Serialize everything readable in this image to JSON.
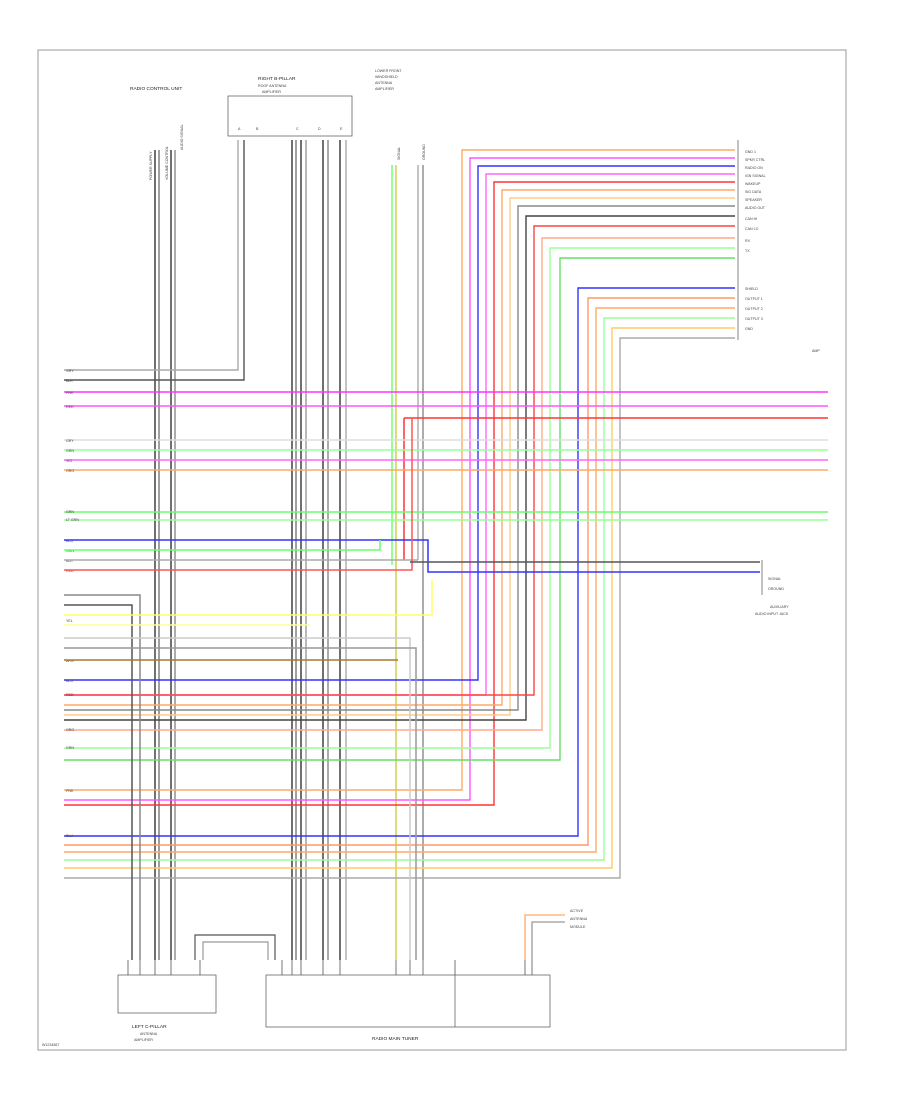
{
  "diagram": {
    "footer_code": "W1234567"
  },
  "components": {
    "top_left": {
      "title_line1": "RADIO CONTROL UNIT",
      "pin_labels": [
        "POWER SUPPLY",
        "VOLUME CONTROL",
        "AUDIO SIGNAL"
      ]
    },
    "top_center": {
      "title_line1": "RIGHT B-PILLAR",
      "title_line2": "ROOF ANTENNA",
      "title_line3": "AMPLIFIER",
      "pin_labels": [
        "A",
        "B",
        "C",
        "D",
        "E"
      ]
    },
    "top_right_small": {
      "title_line1": "LOWER FRONT",
      "title_line2": "WINDSHIELD",
      "title_line3": "ANTENNA",
      "title_line4": "AMPLIFIER",
      "pin_labels": [
        "SIGNAL",
        "GROUND"
      ]
    },
    "right_connector": {
      "pins_group1": [
        "GND 1",
        "SPKR CTRL",
        "RADIO ON",
        "IGN SIGNAL",
        "WAKEUP",
        "SIG DATA",
        "SPEAKER",
        "AUDIO OUT",
        "CAN HI",
        "CAN LO",
        "RX",
        "TX"
      ],
      "pins_group2": [
        "SHIELD",
        "OUTPUT 1",
        "OUTPUT 2",
        "OUTPUT 3",
        "GND"
      ],
      "box_label": "AMP"
    },
    "aux_input": {
      "title_line1": "AUXILIARY",
      "title_line2": "AUDIO INPUT JACK",
      "pins": [
        "SIGNAL",
        "GROUND"
      ]
    },
    "bottom_left": {
      "title_line1": "LEFT C-PILLAR",
      "title_line2": "ANTENNA",
      "title_line3": "AMPLIFIER"
    },
    "bottom_center": {
      "title": "RADIO MAIN TUNER"
    },
    "bottom_right_small": {
      "title_line1": "ACTIVE",
      "title_line2": "ANTENNA",
      "title_line3": "MODULE"
    }
  },
  "bus_rows": [
    {
      "label": "GRY",
      "color": "#888888"
    },
    {
      "label": "BLK",
      "color": "#333333"
    },
    {
      "label": "PNK",
      "color": "#ff33ff"
    },
    {
      "label": "RED",
      "color": "#ff3333"
    },
    {
      "label": "GRY",
      "color": "#aaaaaa"
    },
    {
      "label": "GRN",
      "color": "#88ff88"
    },
    {
      "label": "VIO",
      "color": "#ff66ff"
    },
    {
      "label": "ORG",
      "color": "#ffaa66"
    },
    {
      "label": "GRN",
      "color": "#66ff66"
    },
    {
      "label": "LT GRN",
      "color": "#99ff99"
    },
    {
      "label": "BLU",
      "color": "#4444ff"
    },
    {
      "label": "GRN",
      "color": "#33cc33"
    },
    {
      "label": "BLK",
      "color": "#444444"
    },
    {
      "label": "RED",
      "color": "#ff5555"
    },
    {
      "label": "YEL",
      "color": "#ffff66"
    },
    {
      "label": "BRN",
      "color": "#aa7733"
    },
    {
      "label": "BLU",
      "color": "#3333ff"
    },
    {
      "label": "RED",
      "color": "#ff3333"
    },
    {
      "label": "ORG",
      "color": "#ffaa55"
    },
    {
      "label": "GRN",
      "color": "#66ff66"
    },
    {
      "label": "PNK",
      "color": "#ff44ff"
    },
    {
      "label": "BLU",
      "color": "#3333ff"
    }
  ]
}
